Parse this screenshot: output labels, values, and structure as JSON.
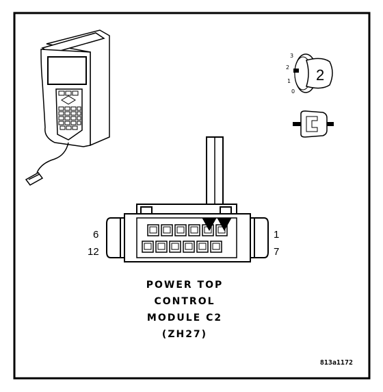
{
  "connector": {
    "pin_top_left": "6",
    "pin_bottom_left": "12",
    "pin_top_right": "1",
    "pin_bottom_right": "7"
  },
  "caption": {
    "line1": "POWER TOP",
    "line2": "CONTROL",
    "line3": "MODULE C2",
    "line4": "(ZH27)"
  },
  "ignition_switch": {
    "pos_3": "3",
    "pos_2": "2",
    "pos_1": "1",
    "pos_0": "0",
    "key_number": "2"
  },
  "figure_id": "813a1172"
}
